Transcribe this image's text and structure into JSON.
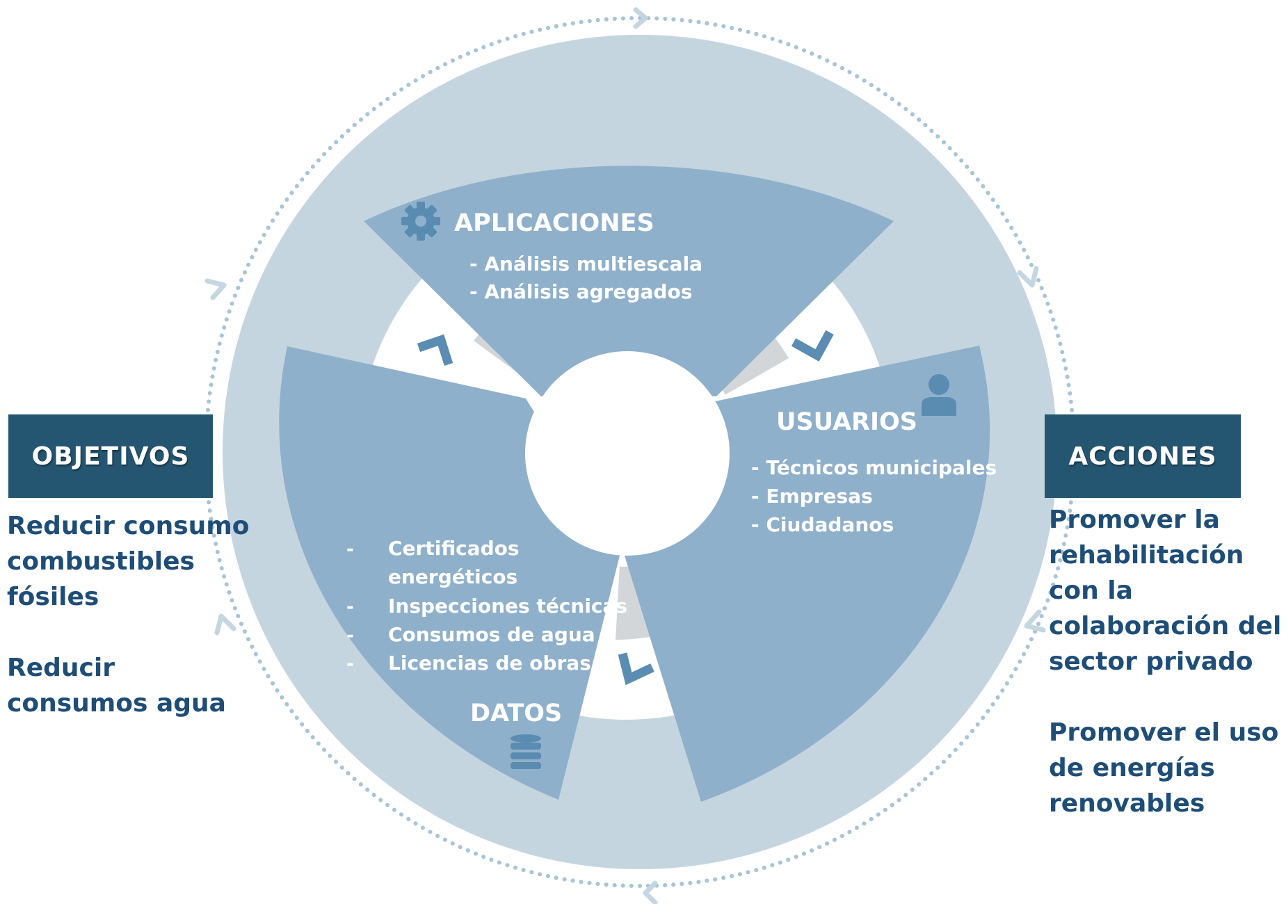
{
  "left_panel": {
    "header": "OBJETIVOS",
    "items": [
      "Reducir consumo combustibles fósiles",
      "Reducir consumos agua"
    ]
  },
  "right_panel": {
    "header": "ACCIONES",
    "items": [
      "Promover la rehabilitación con la colaboración del sector privado",
      "Promover el uso de energías renovables"
    ]
  },
  "segments": {
    "aplicaciones": {
      "title": "APLICACIONES",
      "icon": "gear-icon",
      "items": [
        "- Análisis multiescala",
        "- Análisis agregados"
      ]
    },
    "usuarios": {
      "title": "USUARIOS",
      "icon": "user-icon",
      "items": [
        "- Técnicos municipales",
        "- Empresas",
        "- Ciudadanos"
      ]
    },
    "datos": {
      "title": "DATOS",
      "icon": "database-icon",
      "bullet": "-",
      "items": [
        "Certificados energéticos",
        "Inspecciones técnicas",
        "Consumos de agua",
        "Licencias de obras"
      ]
    }
  },
  "colors": {
    "outer_ring": "#c5d5df",
    "segment_fill": "#8fb0cb",
    "banner": "#245571",
    "side_text": "#1e4d78",
    "arrow": "#5b8db3",
    "dotted_ring": "#a8c4d6",
    "connector_grey": "#d3d6d8"
  }
}
